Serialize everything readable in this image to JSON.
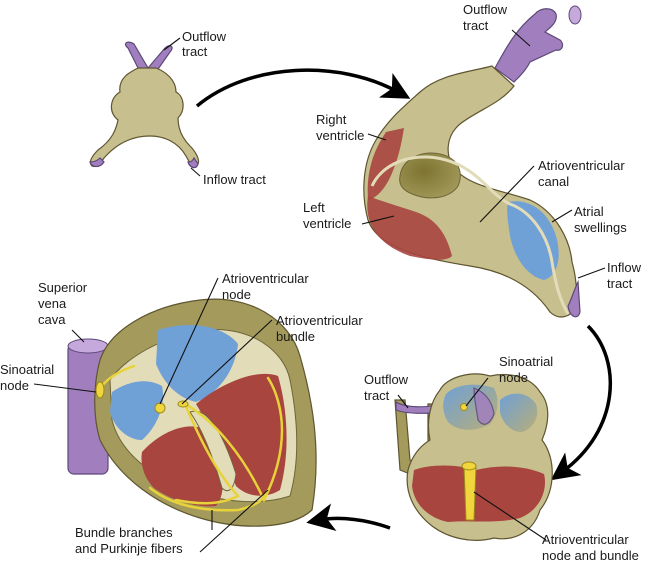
{
  "diagram": {
    "title": "Development of the heart and its conduction system",
    "stages": [
      {
        "id": "stage-1-tubular-heart",
        "labels": {
          "outflow_tract": [
            "Outflow",
            "tract"
          ],
          "inflow_tract": [
            "Inflow tract"
          ]
        }
      },
      {
        "id": "stage-2-looped-heart",
        "labels": {
          "outflow_tract": [
            "Outflow",
            "tract"
          ],
          "right_ventricle": [
            "Right",
            "ventricle"
          ],
          "left_ventricle": [
            "Left",
            "ventricle"
          ],
          "atrioventricular_canal": [
            "Atrioventricular",
            "canal"
          ],
          "atrial_swellings": [
            "Atrial",
            "swellings"
          ],
          "inflow_tract": [
            "Inflow",
            "tract"
          ]
        }
      },
      {
        "id": "stage-3-septating-heart",
        "labels": {
          "outflow_tract": [
            "Outflow",
            "tract"
          ],
          "sinoatrial_node": [
            "Sinoatrial",
            "node"
          ],
          "av_node_and_bundle": [
            "Atrioventricular",
            "node and bundle"
          ]
        }
      },
      {
        "id": "stage-4-mature-heart",
        "labels": {
          "superior_vena_cava": [
            "Superior",
            "vena",
            "cava"
          ],
          "sinoatrial_node": [
            "Sinoatrial",
            "node"
          ],
          "atrioventricular_node": [
            "Atrioventricular",
            "node"
          ],
          "atrioventricular_bundle": [
            "Atrioventricular",
            "bundle"
          ],
          "bundle_branches": [
            "Bundle branches",
            "and Purkinje fibers"
          ]
        }
      }
    ],
    "flow": [
      "stage-1-tubular-heart",
      "stage-2-looped-heart",
      "stage-3-septating-heart",
      "stage-4-mature-heart"
    ],
    "colors": {
      "tissue": "#c8bf8e",
      "vessel": "#a17fbf",
      "ventricle_muscle": "#a8453f",
      "atrium": "#6fa0d6",
      "conduction_system": "#e8d23a"
    }
  }
}
